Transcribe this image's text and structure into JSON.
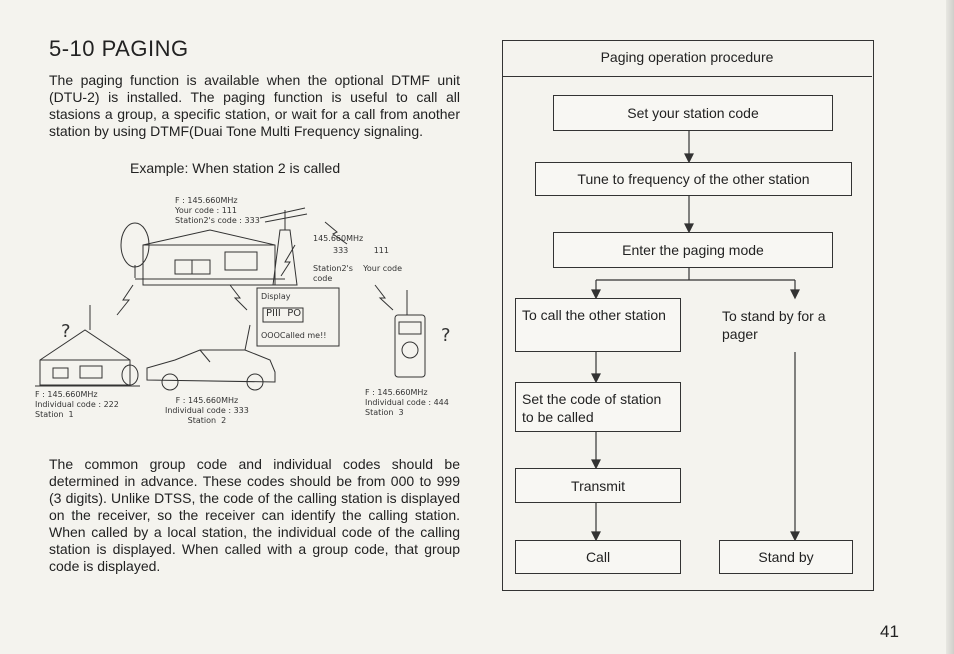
{
  "page": {
    "section_title": "5-10  PAGING",
    "paragraph_1": "The paging function is available when the optional DTMF unit (DTU-2) is installed. The paging function is useful to call all stasions a group, a specific station, or wait for a call from another station by using DTMF(Duai Tone Multi Frequency signaling.",
    "example_caption": "Example: When station 2 is called",
    "paragraph_2": "The common group code and individual codes should be determined in advance. These codes should be from 000 to 999 (3 digits). Unlike DTSS, the code of the calling station is displayed on the receiver, so the receiver can identify the calling station. When called by a local station, the individual code of the calling station is displayed. When called with a group code, that group code is displayed.",
    "page_number": "41"
  },
  "illustration": {
    "station2_block": "F : 145.660MHz\nYour code : 111\nStation2's code : 333",
    "relay_freq": "145.660MHz",
    "relay_codes": "333          111",
    "relay_legend": "Station2's    Your code\ncode",
    "display_label": "Display",
    "display_value": "PIII  PO",
    "display_msg": "OOOCalled me!!",
    "question_mark": "?",
    "station1_block": "F : 145.660MHz\nIndividual code : 222\nStation  1",
    "car_block": "F : 145.660MHz\nIndividual code : 333\nStation  2",
    "station3_block": "F : 145.660MHz\nIndividual code : 444\nStation  3"
  },
  "flowchart": {
    "title": "Paging operation procedure",
    "step1": "Set your station code",
    "step2": "Tune to frequency of the other station",
    "step3": "Enter the paging mode",
    "left_branch": "To call the other station",
    "right_branch": "To stand by for a pager",
    "step_code": "Set the code of station to be called",
    "step_transmit": "Transmit",
    "end_call": "Call",
    "end_standby": "Stand by"
  }
}
